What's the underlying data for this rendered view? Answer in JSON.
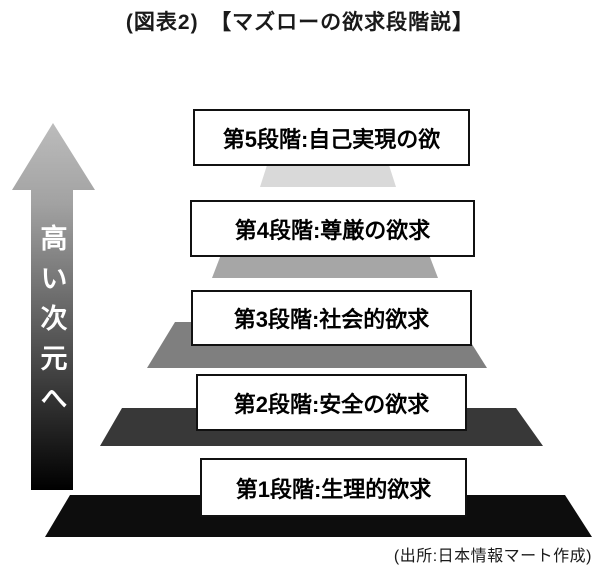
{
  "title": "(図表2)　【マズローの欲求段階説】",
  "axis_arrow": {
    "label": "高い次元へ",
    "direction": "up",
    "gradient_top": "#bcbcbc",
    "gradient_mid": "#a2a2a2",
    "gradient_bottom": "#000000"
  },
  "pyramid": {
    "levels": [
      {
        "level": 5,
        "label": "第5段階:自己実現の欲",
        "color": "#d9d9d9"
      },
      {
        "level": 4,
        "label": "第4段階:尊厳の欲求",
        "color": "#a6a6a6"
      },
      {
        "level": 3,
        "label": "第3段階:社会的欲求",
        "color": "#7f7f7f"
      },
      {
        "level": 2,
        "label": "第2段階:安全の欲求",
        "color": "#383838"
      },
      {
        "level": 1,
        "label": "第1段階:生理的欲求",
        "color": "#0d0d0d"
      }
    ]
  },
  "source": "(出所:日本情報マート作成)"
}
